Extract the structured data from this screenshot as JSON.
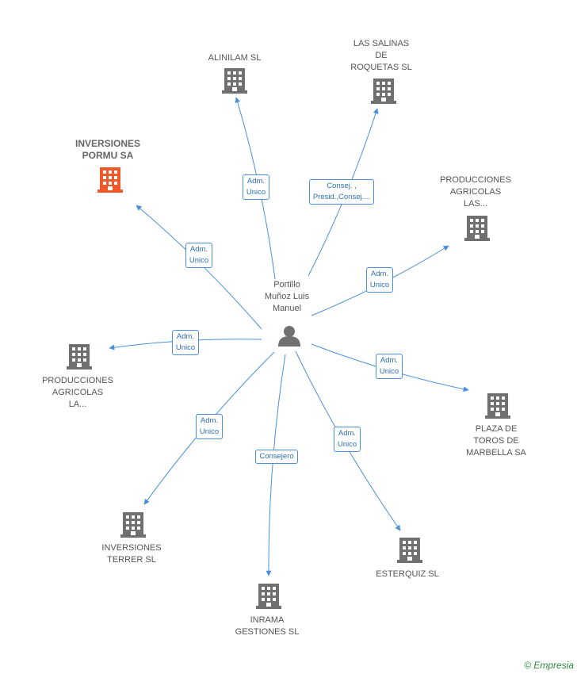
{
  "center": {
    "name_lines": [
      "Portillo",
      "Muñoz Luis",
      "Manuel"
    ],
    "icon": "person-icon"
  },
  "colors": {
    "edge": "#4a90d9",
    "node_icon": "#707070",
    "highlight_icon": "#f05a28",
    "label": "#555555"
  },
  "nodes": [
    {
      "id": "alinilam",
      "lines": [
        "ALINILAM SL"
      ],
      "role_lines": [
        "Adm.",
        "Unico"
      ],
      "icon": "building-icon",
      "highlight": false
    },
    {
      "id": "salinas",
      "lines": [
        "LAS SALINAS",
        "DE",
        "ROQUETAS SL"
      ],
      "role_lines": [
        "Consej. ,",
        "Presid.,Consej...."
      ],
      "icon": "building-icon",
      "highlight": false
    },
    {
      "id": "pormu",
      "lines": [
        "INVERSIONES",
        "PORMU SA"
      ],
      "role_lines": [
        "Adm.",
        "Unico"
      ],
      "icon": "building-icon",
      "highlight": true
    },
    {
      "id": "prod_las",
      "lines": [
        "PRODUCCIONES",
        "AGRICOLAS",
        "LAS..."
      ],
      "role_lines": [
        "Adm.",
        "Unico"
      ],
      "icon": "building-icon",
      "highlight": false
    },
    {
      "id": "prod_la",
      "lines": [
        "PRODUCCIONES",
        "AGRICOLAS",
        "LA..."
      ],
      "role_lines": [
        "Adm.",
        "Unico"
      ],
      "icon": "building-icon",
      "highlight": false
    },
    {
      "id": "plaza",
      "lines": [
        "PLAZA DE",
        "TOROS DE",
        "MARBELLA SA"
      ],
      "role_lines": [
        "Adm.",
        "Unico"
      ],
      "icon": "building-icon",
      "highlight": false
    },
    {
      "id": "terrer",
      "lines": [
        "INVERSIONES",
        "TERRER SL"
      ],
      "role_lines": [
        "Adm.",
        "Unico"
      ],
      "icon": "building-icon",
      "highlight": false
    },
    {
      "id": "esterquiz",
      "lines": [
        "ESTERQUIZ SL"
      ],
      "role_lines": [
        "Adm.",
        "Unico"
      ],
      "icon": "building-icon",
      "highlight": false
    },
    {
      "id": "inrama",
      "lines": [
        "INRAMA",
        "GESTIONES SL"
      ],
      "role_lines": [
        "Consejero"
      ],
      "icon": "building-icon",
      "highlight": false
    }
  ],
  "watermark": {
    "symbol": "©",
    "brand": "Empresia"
  }
}
